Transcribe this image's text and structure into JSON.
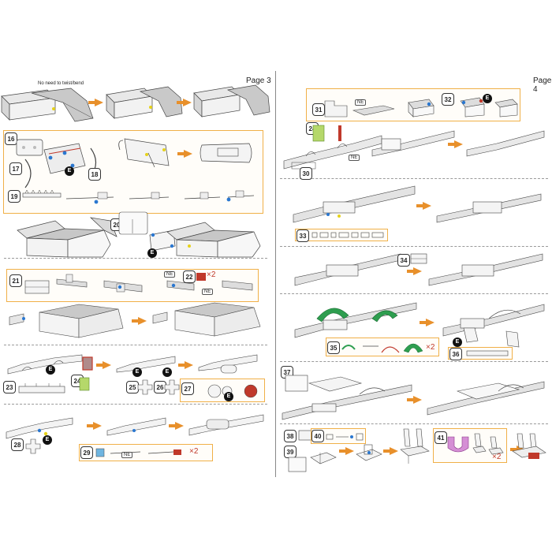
{
  "pages": {
    "left": "Page 3",
    "right": "Page 4"
  },
  "notes": {
    "no_twist": "No need to twist/bend"
  },
  "markers": {
    "e_label": "E",
    "ne_label": "NE",
    "times_two": "×2"
  },
  "steps": {
    "left": [
      "16",
      "17",
      "18",
      "19",
      "20",
      "21",
      "22",
      "23",
      "24",
      "25",
      "26",
      "27",
      "28",
      "29"
    ],
    "right": [
      "30",
      "31",
      "32",
      "24",
      "33",
      "34",
      "35",
      "36",
      "37",
      "38",
      "39",
      "40",
      "41"
    ]
  },
  "colors": {
    "frame": "#f0b048",
    "arrow": "#e8902b",
    "green_part": "#2e9e4f",
    "red_part": "#c0392b",
    "purple_part": "#b04fb0",
    "blue_dot": "#2a77d0",
    "yellow_dot": "#e6d21a"
  }
}
